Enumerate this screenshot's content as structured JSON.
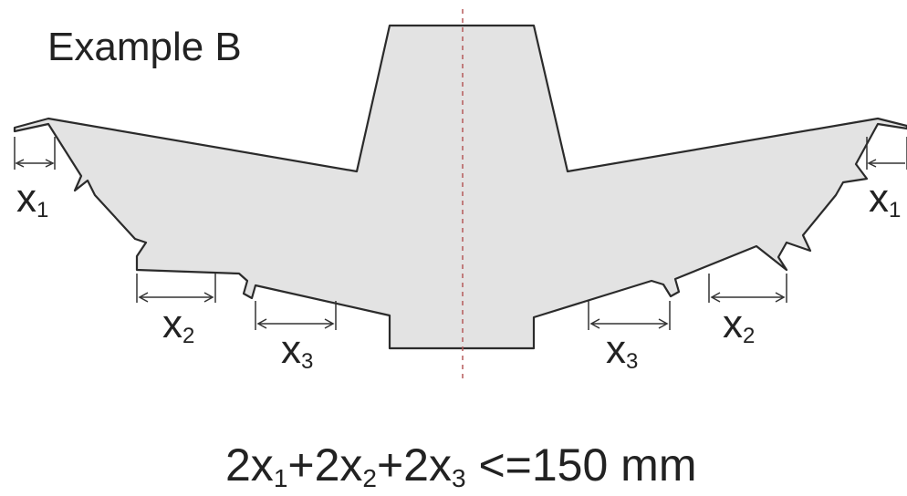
{
  "title": "Example B",
  "labels": {
    "x1_left": {
      "var": "x",
      "sub": "1"
    },
    "x1_right": {
      "var": "x",
      "sub": "1"
    },
    "x2_left": {
      "var": "x",
      "sub": "2"
    },
    "x2_right": {
      "var": "x",
      "sub": "2"
    },
    "x3_left": {
      "var": "x",
      "sub": "3"
    },
    "x3_right": {
      "var": "x",
      "sub": "3"
    }
  },
  "formula": {
    "parts": [
      "2x",
      "1",
      "+2x",
      "2",
      "+2x",
      "3",
      " <=150 mm"
    ]
  },
  "colors": {
    "fill": "#e3e3e3",
    "outline": "#2b2b2b",
    "dimension": "#333333",
    "centerline": "#b55a5a",
    "text": "#222222"
  }
}
